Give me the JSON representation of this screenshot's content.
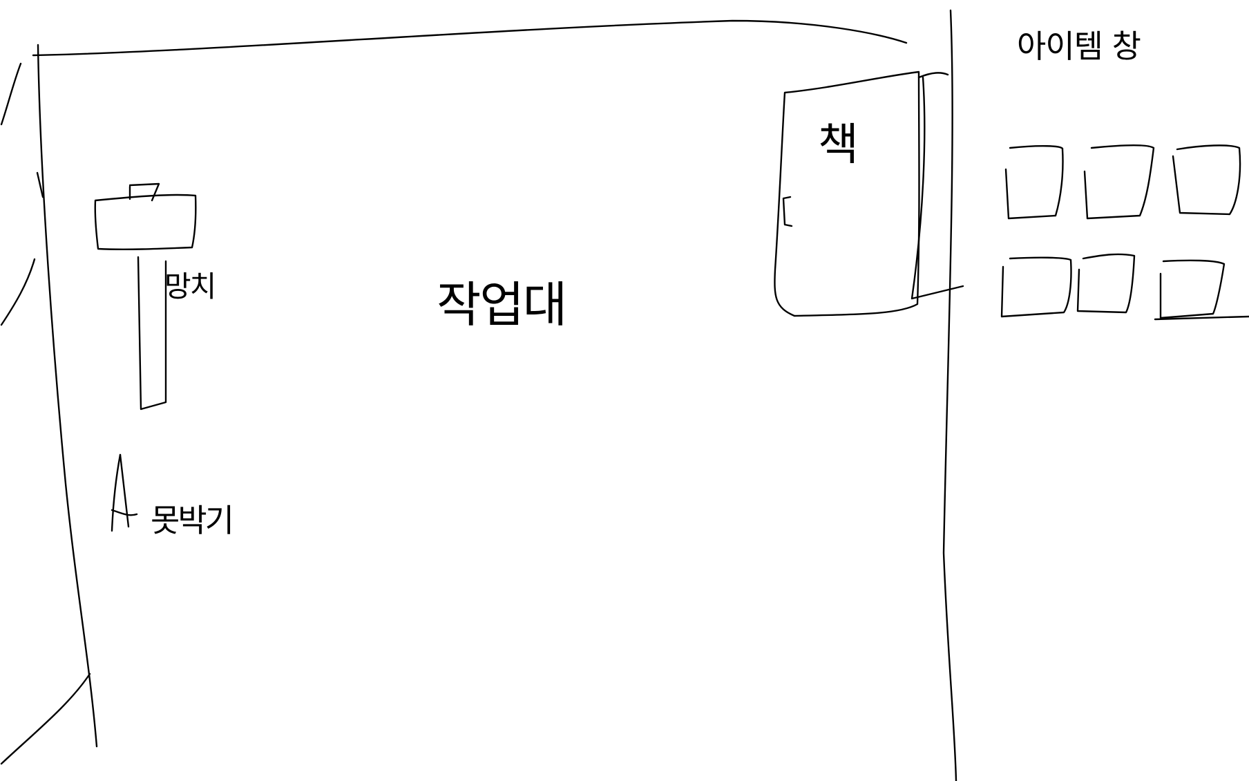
{
  "workbench": {
    "label": "작업대"
  },
  "book": {
    "label": "책"
  },
  "tools": {
    "hammer_label": "망치",
    "nail_label": "못박기"
  },
  "item_window": {
    "title": "아이템 창",
    "slots": [
      {
        "row": 1,
        "col": 1
      },
      {
        "row": 1,
        "col": 2
      },
      {
        "row": 1,
        "col": 3
      },
      {
        "row": 2,
        "col": 1
      },
      {
        "row": 2,
        "col": 2
      },
      {
        "row": 2,
        "col": 3
      }
    ]
  },
  "colors": {
    "ink": "#000000",
    "background": "#ffffff"
  }
}
